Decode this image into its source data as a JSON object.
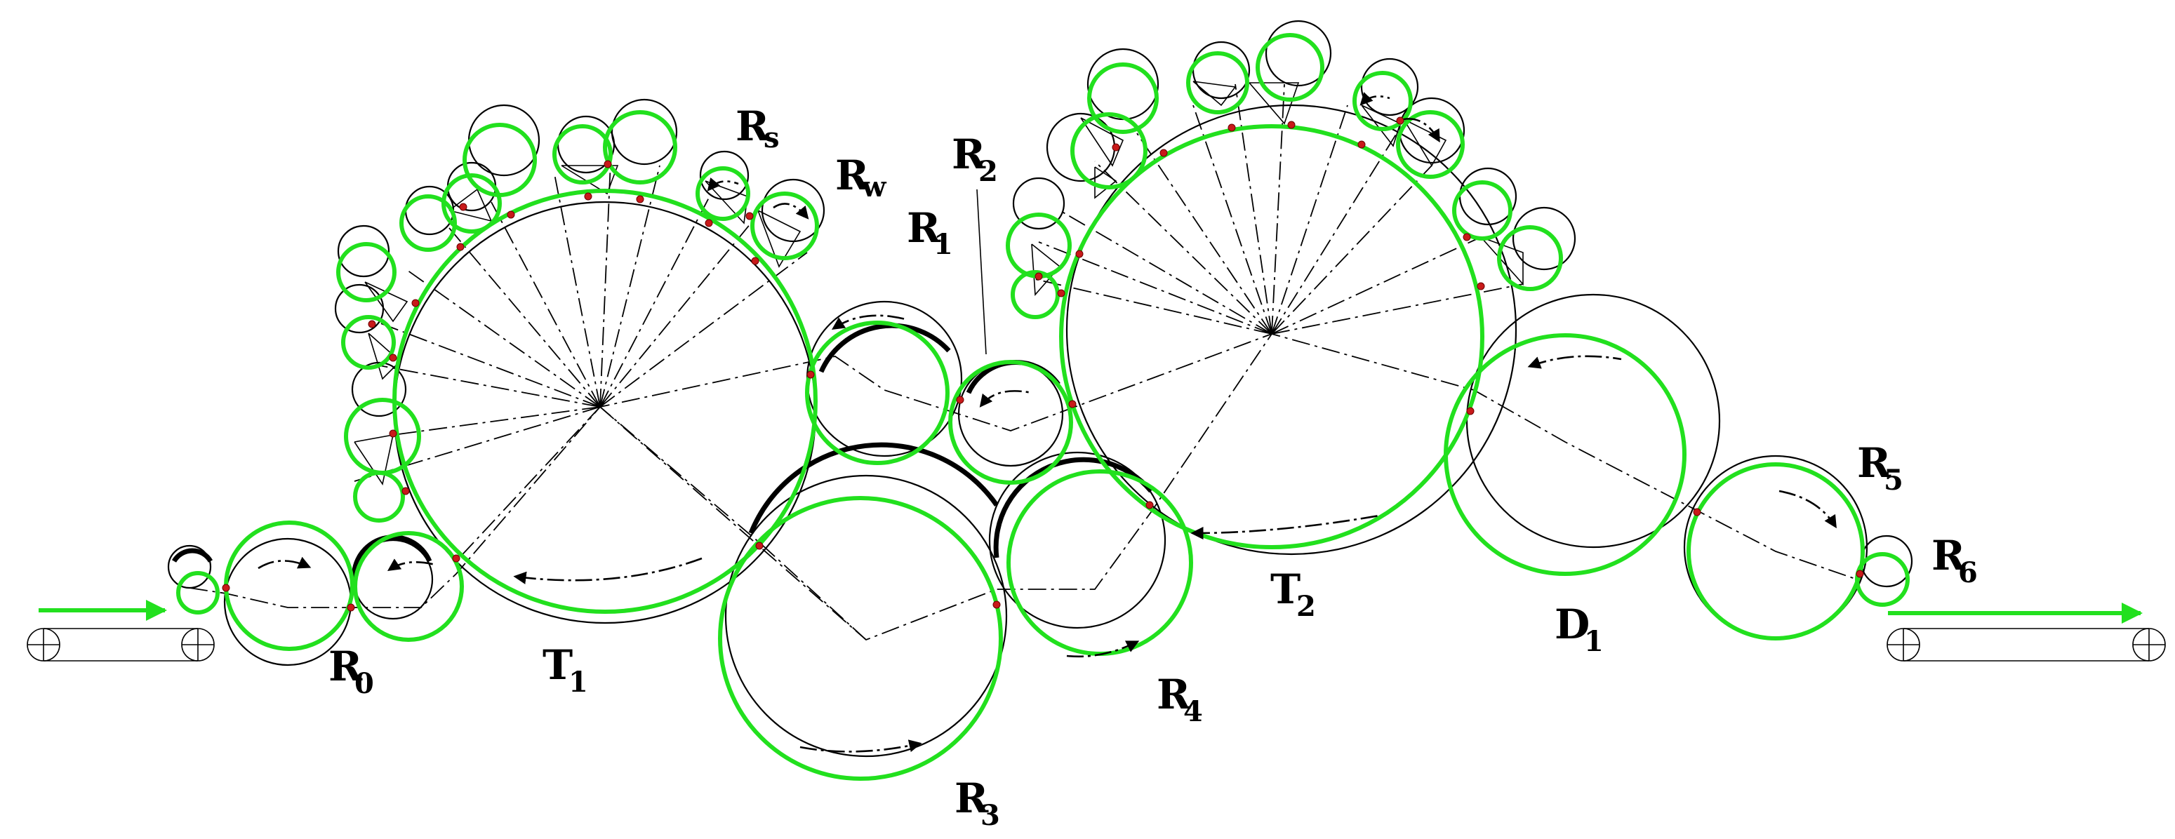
{
  "colors": {
    "green": "#22e01e",
    "black": "#000000",
    "contact": "#c81a1a",
    "background": "#ffffff"
  },
  "labels": {
    "R0": {
      "main": "R",
      "sub": "0"
    },
    "T1": {
      "main": "T",
      "sub": "1"
    },
    "Rs": {
      "main": "R",
      "sub": "s"
    },
    "Rw": {
      "main": "R",
      "sub": "w"
    },
    "R1": {
      "main": "R",
      "sub": "1"
    },
    "R2": {
      "main": "R",
      "sub": "2"
    },
    "R3": {
      "main": "R",
      "sub": "3"
    },
    "R4": {
      "main": "R",
      "sub": "4"
    },
    "T2": {
      "main": "T",
      "sub": "2"
    },
    "D1": {
      "main": "D",
      "sub": "1"
    },
    "R5": {
      "main": "R",
      "sub": "5"
    },
    "R6": {
      "main": "R",
      "sub": "6"
    }
  }
}
